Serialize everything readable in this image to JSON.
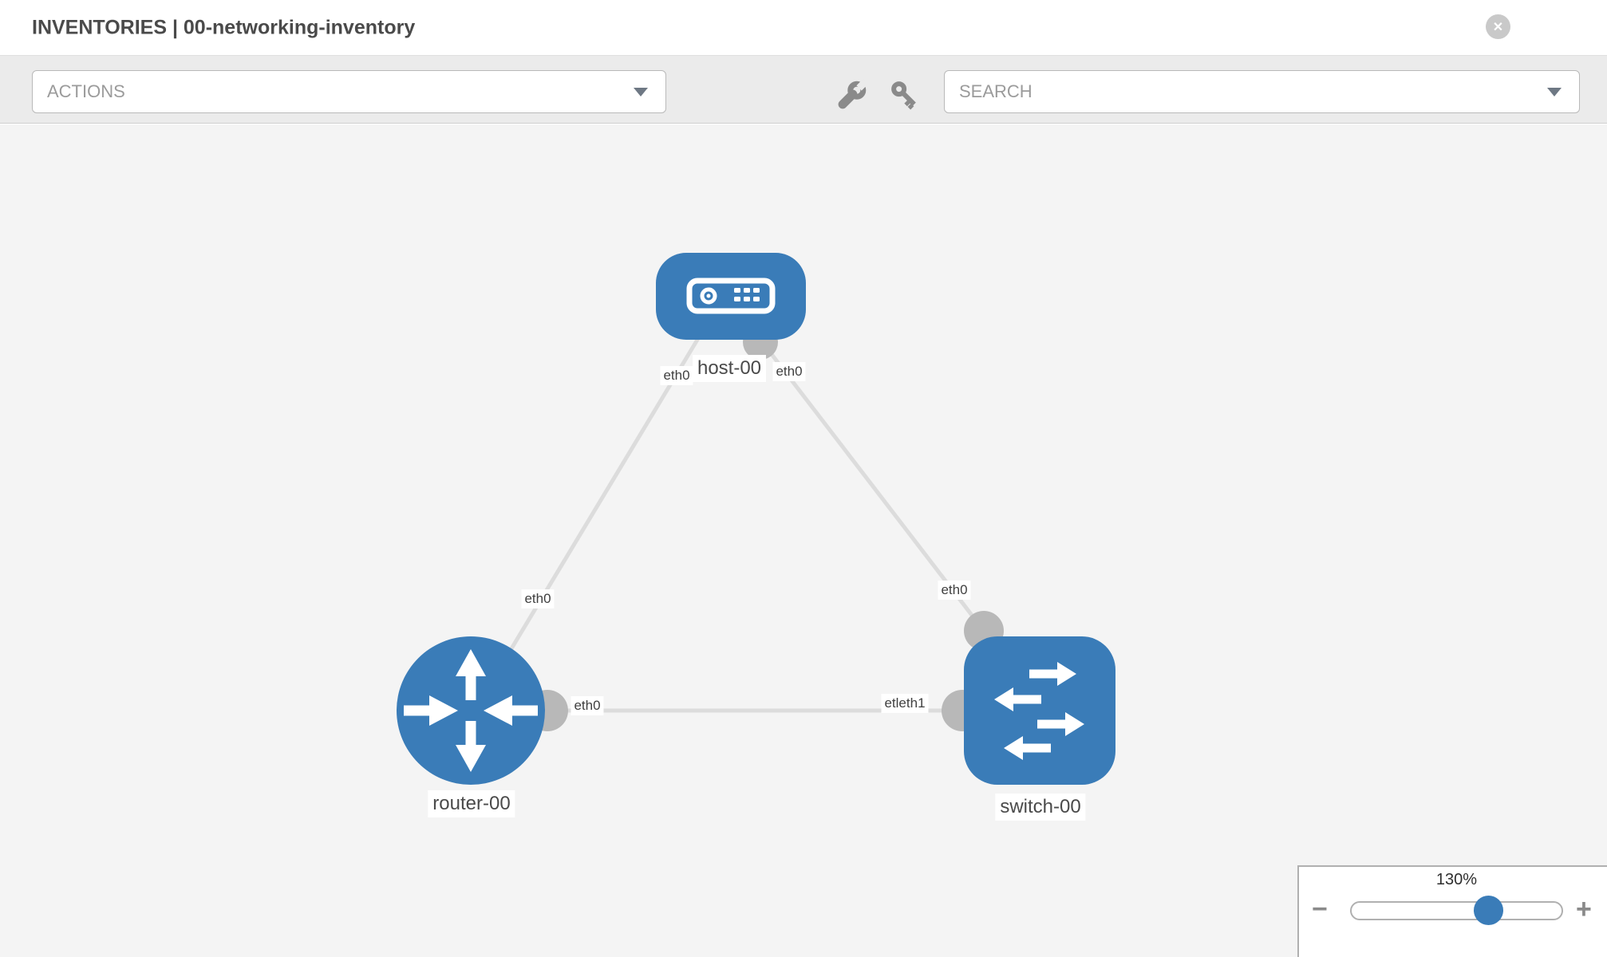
{
  "header": {
    "title": "INVENTORIES | 00-networking-inventory",
    "close_label": "✕"
  },
  "toolbar": {
    "actions_label": "ACTIONS",
    "search_placeholder": "SEARCH",
    "icons": [
      "wrench-icon",
      "key-icon"
    ]
  },
  "topology": {
    "nodes": [
      {
        "id": "host-00",
        "type": "host",
        "icon": "host-icon",
        "label": "host-00"
      },
      {
        "id": "router-00",
        "type": "router",
        "icon": "router-icon",
        "label": "router-00"
      },
      {
        "id": "switch-00",
        "type": "switch",
        "icon": "switch-icon",
        "label": "switch-00"
      }
    ],
    "links": [
      {
        "from": "host-00",
        "to": "router-00"
      },
      {
        "from": "host-00",
        "to": "switch-00"
      },
      {
        "from": "router-00",
        "to": "switch-00"
      }
    ],
    "interface_labels": [
      {
        "text": "eth0"
      },
      {
        "text": "eth0"
      },
      {
        "text": "eth0"
      },
      {
        "text": "eth0"
      },
      {
        "text": "eth0"
      },
      {
        "text": "etleth1"
      }
    ]
  },
  "zoom_panel": {
    "level": "130%",
    "minus_label": "−",
    "plus_label": "+"
  },
  "colors": {
    "node_blue": "#3a7cb8",
    "link_gray": "#dcdcdc",
    "port_gray": "#b8b8b8",
    "canvas_bg": "#f4f4f4",
    "toolbar_bg": "#ebebeb"
  }
}
